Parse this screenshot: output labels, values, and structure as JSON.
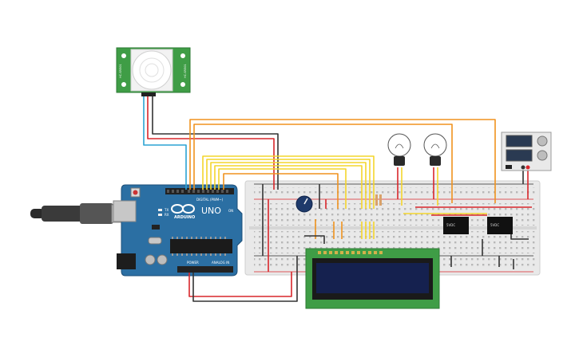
{
  "arduino": {
    "logo": "ARDUINO",
    "model": "UNO",
    "digital_header": "DIGITAL (PWM~)",
    "power_label": "POWER",
    "analog_label": "ANALOG IN",
    "tx_label": "TX",
    "rx_label": "RX",
    "on_label": "ON"
  },
  "pir_sensor": {
    "side_label_left": "HC-SR501",
    "side_label_right": "HC-SR501"
  },
  "relays": [
    {
      "label": "5VDC"
    },
    {
      "label": "5VDC"
    }
  ],
  "colors": {
    "arduino_board": "#2b6fa3",
    "breadboard": "#e9e9e9",
    "lcd_pcb": "#3f9d46",
    "lcd_screen": "#15214f",
    "pir_pcb": "#3f9d46",
    "wire_orange": "#f0921e",
    "wire_red": "#d8262b",
    "wire_black": "#333333",
    "wire_blue": "#2ba3d4",
    "wire_yellow": "#f4d52c",
    "power_supply": "#e9e9e9"
  }
}
